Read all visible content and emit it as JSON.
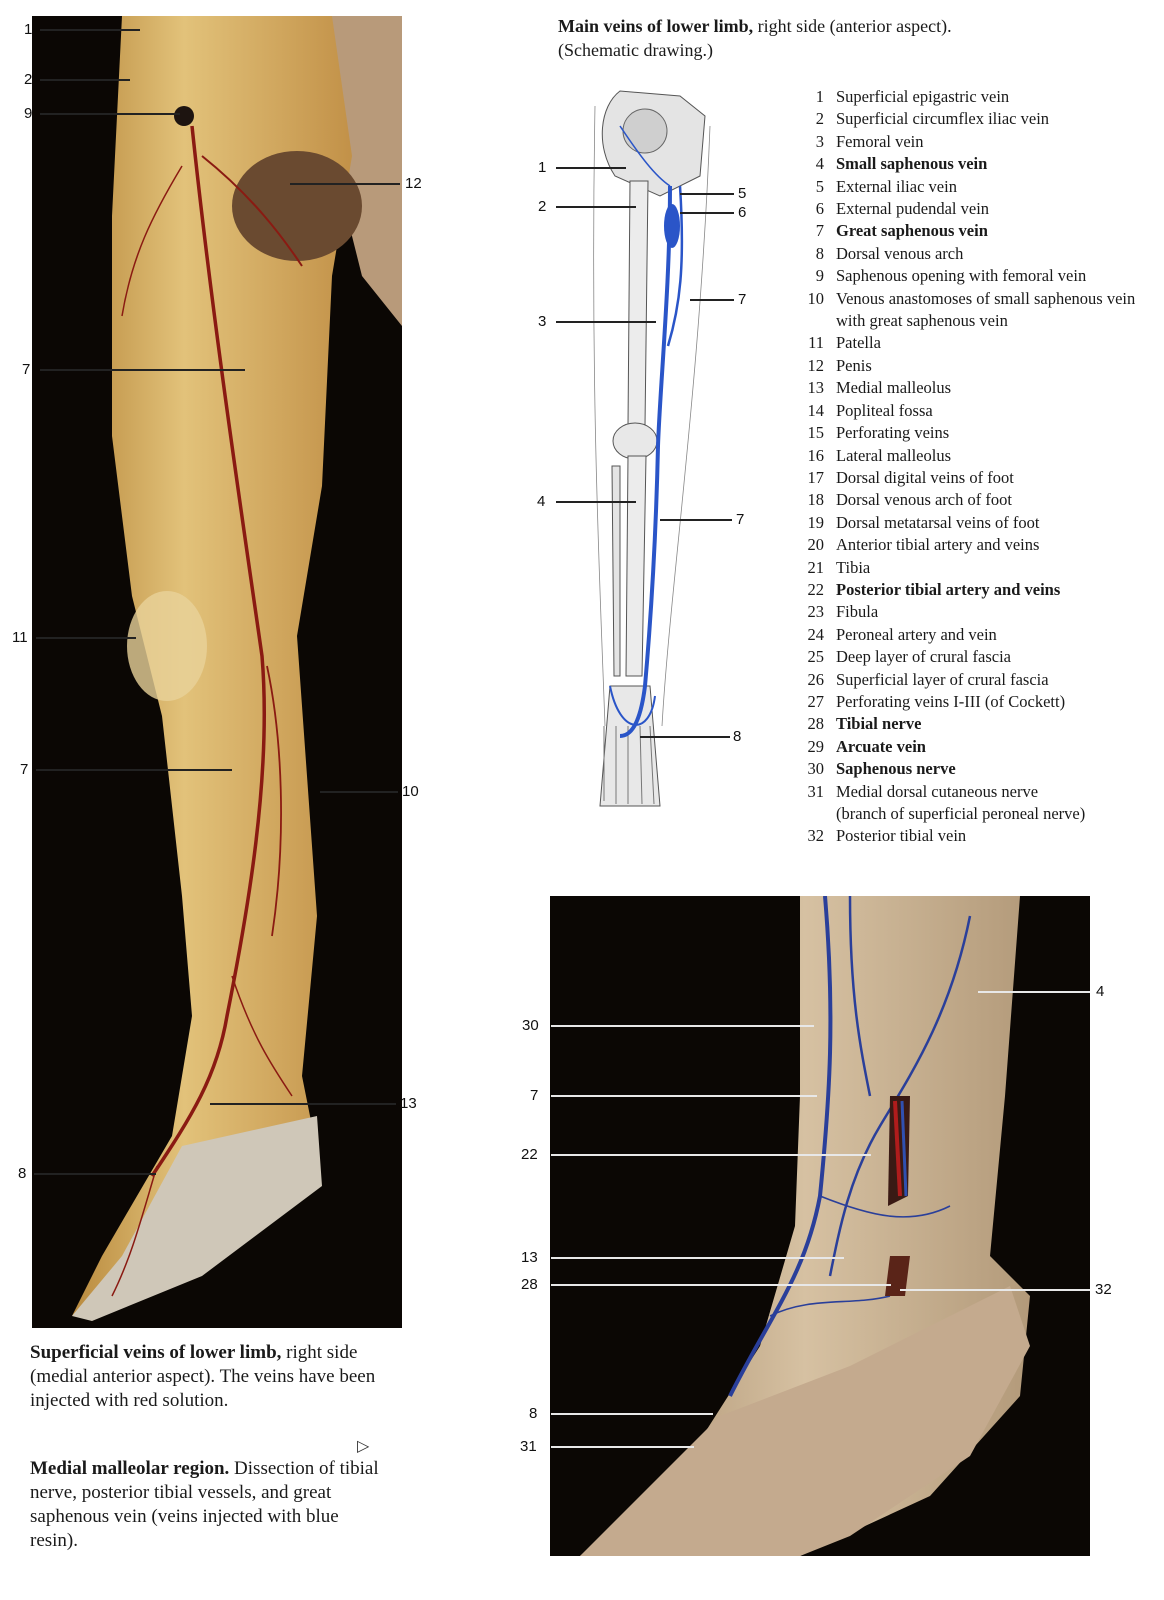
{
  "schematic": {
    "title_bold": "Main veins of lower limb,",
    "title_rest": " right side (anterior aspect).",
    "subtitle": "(Schematic drawing.)",
    "labels_left": [
      "1",
      "2",
      "3",
      "4"
    ],
    "labels_right": [
      "5",
      "6",
      "7",
      "7",
      "8"
    ]
  },
  "legend": [
    {
      "num": "1",
      "text": "Superficial epigastric vein",
      "bold": false
    },
    {
      "num": "2",
      "text": "Superficial circumflex iliac vein",
      "bold": false
    },
    {
      "num": "3",
      "text": "Femoral vein",
      "bold": false
    },
    {
      "num": "4",
      "text": "Small saphenous vein",
      "bold": true
    },
    {
      "num": "5",
      "text": "External iliac vein",
      "bold": false
    },
    {
      "num": "6",
      "text": "External pudendal vein",
      "bold": false
    },
    {
      "num": "7",
      "text": "Great saphenous vein",
      "bold": true
    },
    {
      "num": "8",
      "text": "Dorsal venous arch",
      "bold": false
    },
    {
      "num": "9",
      "text": "Saphenous opening with femoral vein",
      "bold": false
    },
    {
      "num": "10",
      "text": "Venous anastomoses of small saphenous vein",
      "bold": false
    },
    {
      "num": "",
      "text": "with great saphenous vein",
      "bold": false
    },
    {
      "num": "11",
      "text": "Patella",
      "bold": false
    },
    {
      "num": "12",
      "text": "Penis",
      "bold": false
    },
    {
      "num": "13",
      "text": "Medial malleolus",
      "bold": false
    },
    {
      "num": "14",
      "text": "Popliteal fossa",
      "bold": false
    },
    {
      "num": "15",
      "text": "Perforating veins",
      "bold": false
    },
    {
      "num": "16",
      "text": "Lateral malleolus",
      "bold": false
    },
    {
      "num": "17",
      "text": "Dorsal digital veins of foot",
      "bold": false
    },
    {
      "num": "18",
      "text": "Dorsal venous arch of foot",
      "bold": false
    },
    {
      "num": "19",
      "text": "Dorsal metatarsal veins of foot",
      "bold": false
    },
    {
      "num": "20",
      "text": "Anterior tibial artery and veins",
      "bold": false
    },
    {
      "num": "21",
      "text": "Tibia",
      "bold": false
    },
    {
      "num": "22",
      "text": "Posterior tibial artery and veins",
      "bold": true
    },
    {
      "num": "23",
      "text": "Fibula",
      "bold": false
    },
    {
      "num": "24",
      "text": "Peroneal artery and vein",
      "bold": false
    },
    {
      "num": "25",
      "text": "Deep layer of crural fascia",
      "bold": false
    },
    {
      "num": "26",
      "text": "Superficial layer of crural fascia",
      "bold": false
    },
    {
      "num": "27",
      "text": "Perforating veins I-III (of Cockett)",
      "bold": false
    },
    {
      "num": "28",
      "text": "Tibial nerve",
      "bold": true
    },
    {
      "num": "29",
      "text": "Arcuate vein",
      "bold": true
    },
    {
      "num": "30",
      "text": "Saphenous nerve",
      "bold": true
    },
    {
      "num": "31",
      "text": "Medial dorsal cutaneous nerve",
      "bold": false
    },
    {
      "num": "",
      "text": "(branch of superficial peroneal nerve)",
      "bold": false
    },
    {
      "num": "32",
      "text": "Posterior tibial vein",
      "bold": false
    }
  ],
  "left_photo": {
    "labels_left": [
      "1",
      "2",
      "9",
      "7",
      "11",
      "7",
      "8"
    ],
    "labels_right": [
      "12",
      "10",
      "13"
    ]
  },
  "right_photo": {
    "labels_left": [
      "30",
      "7",
      "22",
      "13",
      "28",
      "8",
      "31"
    ],
    "labels_right": [
      "4",
      "32"
    ]
  },
  "captions": {
    "left_bold": "Superficial veins of lower limb,",
    "left_rest": " right side (medial anterior aspect). The veins have been injected with red solution.",
    "bottom_bold": "Medial malleolar region.",
    "bottom_rest": " Dissection of tibial nerve, posterior tibial vessels, and great saphenous vein (veins injected with blue resin).",
    "triangle": "▷"
  },
  "colors": {
    "skin": "#d9b36a",
    "vein_red": "#8a1a12",
    "vein_blue": "#2a3f9a",
    "background_dark": "#0b0704"
  }
}
